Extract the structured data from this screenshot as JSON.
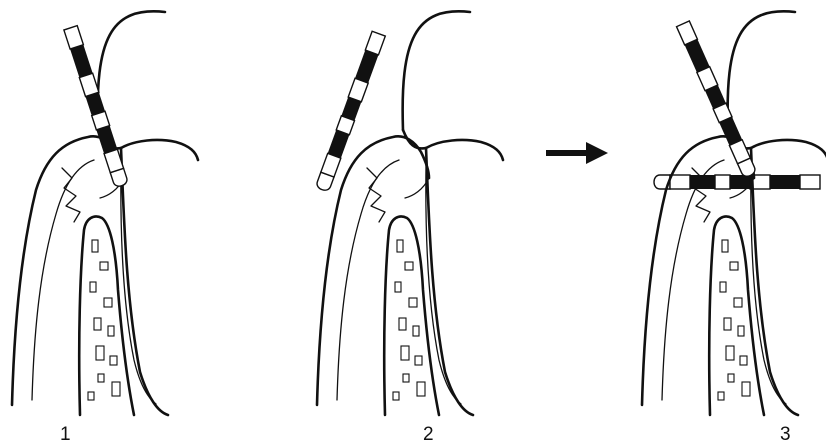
{
  "panels": [
    {
      "label": "1"
    },
    {
      "label": "2"
    },
    {
      "label": "3"
    }
  ],
  "icons": {
    "arrow": "right-arrow-icon",
    "probe": "periodontal-probe-icon"
  }
}
